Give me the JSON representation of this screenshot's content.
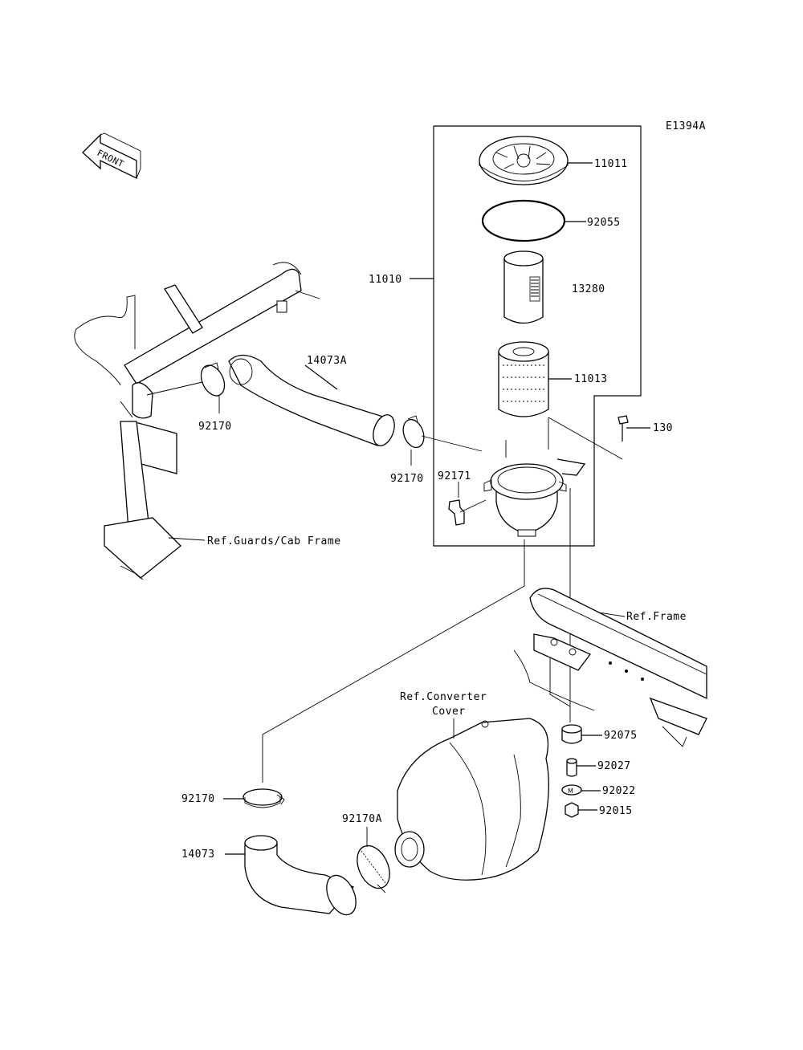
{
  "diagram_code": "E1394A",
  "front_arrow_label": "FRONT",
  "parts": {
    "cap": "11011",
    "o_ring": "92055",
    "sleeve": "13280",
    "assembly": "11010",
    "element": "11013",
    "bolt": "130",
    "duct_upper": "14073A",
    "clamp_left": "92170",
    "clamp_center": "92170",
    "clip": "92171",
    "grommet": "92075",
    "collar": "92027",
    "washer": "92022",
    "nut": "92015",
    "clamp_lower": "92170",
    "clamp_lower_a": "92170A",
    "duct_lower": "14073"
  },
  "references": {
    "guards_cab_frame": "Ref.Guards/Cab Frame",
    "frame": "Ref.Frame",
    "converter_cover_line1": "Ref.Converter",
    "converter_cover_line2": "Cover"
  }
}
